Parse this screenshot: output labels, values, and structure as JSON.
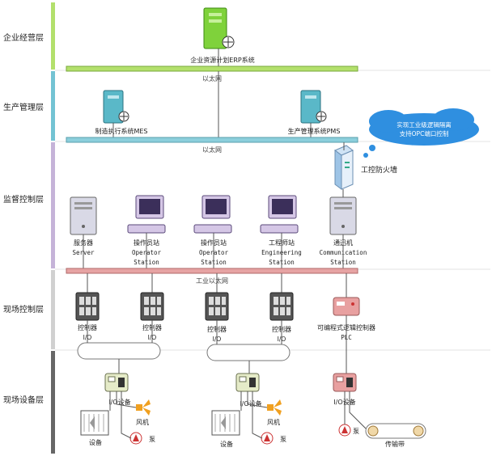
{
  "layers": [
    {
      "label": "企业经营层",
      "color": "#b3e06c"
    },
    {
      "label": "生产管理层",
      "color": "#73c3d3"
    },
    {
      "label": "监督控制层",
      "color": "#c5b3d8"
    },
    {
      "label": "现场控制层",
      "color": "#d0d0d0"
    },
    {
      "label": "现场设备层",
      "color": "#666666"
    }
  ],
  "enterprise": {
    "erp_label": "企业资源计划ERP系统",
    "bus_label": "以太网"
  },
  "management": {
    "mes_label": "制造执行系统MES",
    "pms_label": "生产管理系统PMS",
    "bus_label": "以太网"
  },
  "cloud": {
    "line1": "实现工业级逻辑隔离",
    "line2": "支持OPC端口控制"
  },
  "firewall_label": "工控防火墙",
  "supervisory": {
    "stations": [
      {
        "cn": "服务器",
        "en1": "Server",
        "en2": ""
      },
      {
        "cn": "操作员站",
        "en1": "Operator",
        "en2": "Station"
      },
      {
        "cn": "操作员站",
        "en1": "Operator",
        "en2": "Station"
      },
      {
        "cn": "工程师站",
        "en1": "Engineering",
        "en2": "Station"
      },
      {
        "cn": "通迅机",
        "en1": "Communication",
        "en2": "Station"
      }
    ],
    "bus_label": "工业以太网"
  },
  "field_control": {
    "controller_label": "控制器",
    "io_label": "I/O",
    "plc_label1": "可编程式逻辑控制器",
    "plc_label2": "PLC"
  },
  "field_device": {
    "io_device_label": "I/O设备",
    "fan_label": "风机",
    "pump_label": "泵",
    "equipment_label": "设备",
    "conveyor_label": "传输带"
  },
  "colors": {
    "bus_green": "#b3e06c",
    "bus_blue": "#8ccfdc",
    "bus_pink": "#e6a3a3",
    "cloud": "#2f8fe0",
    "text": "#222222"
  }
}
